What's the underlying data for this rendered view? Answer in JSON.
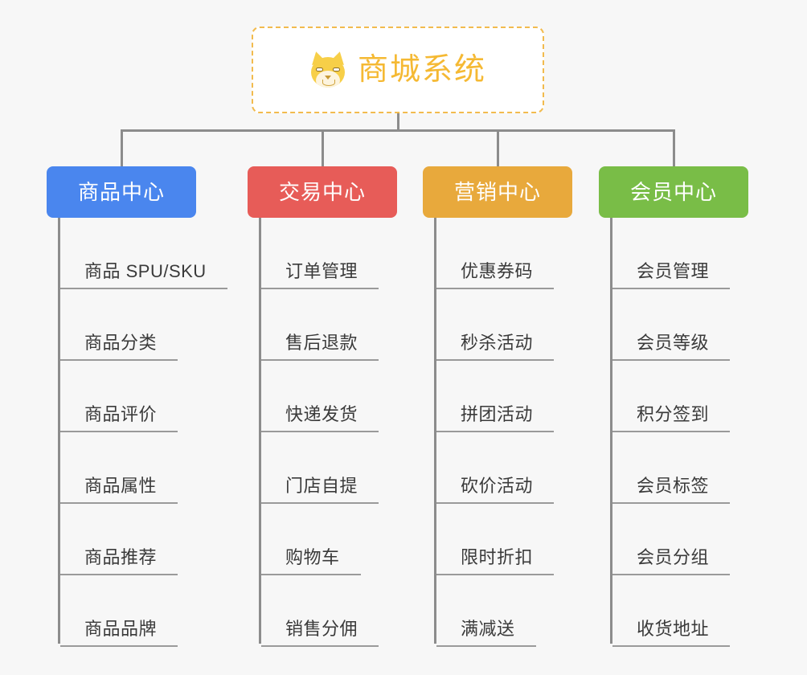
{
  "page": {
    "background_color": "#f7f7f7",
    "title": "商城系统"
  },
  "root": {
    "label": "商城系统",
    "icon": "dog-icon",
    "text_color": "#f5b933",
    "border_color": "#f2bb4e",
    "border_style": "dashed",
    "fill_color": "#ffffff"
  },
  "connector": {
    "color": "#8c8c8c"
  },
  "columns": [
    {
      "id": "product-center",
      "label": "商品中心",
      "color": "#4a86ee",
      "items": [
        "商品 SPU/SKU",
        "商品分类",
        "商品评价",
        "商品属性",
        "商品推荐",
        "商品品牌"
      ]
    },
    {
      "id": "trade-center",
      "label": "交易中心",
      "color": "#e75c58",
      "items": [
        "订单管理",
        "售后退款",
        "快递发货",
        "门店自提",
        "购物车",
        "销售分佣"
      ]
    },
    {
      "id": "marketing-center",
      "label": "营销中心",
      "color": "#e8a93c",
      "items": [
        "优惠券码",
        "秒杀活动",
        "拼团活动",
        "砍价活动",
        "限时折扣",
        "满减送"
      ]
    },
    {
      "id": "member-center",
      "label": "会员中心",
      "color": "#79bd47",
      "items": [
        "会员管理",
        "会员等级",
        "积分签到",
        "会员标签",
        "会员分组",
        "收货地址"
      ]
    }
  ]
}
